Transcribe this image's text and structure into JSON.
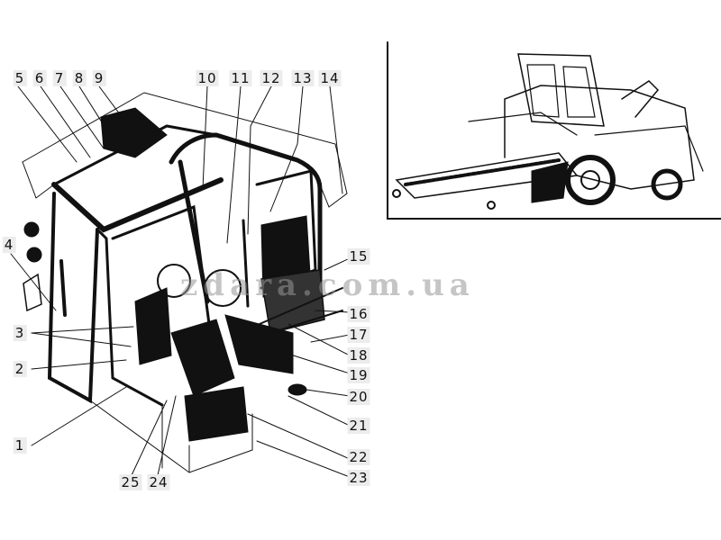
{
  "watermark": "zdara.com.ua",
  "callouts": [
    "1",
    "2",
    "3",
    "4",
    "5",
    "6",
    "7",
    "8",
    "9",
    "10",
    "11",
    "12",
    "13",
    "14",
    "15",
    "16",
    "17",
    "18",
    "19",
    "20",
    "21",
    "22",
    "23",
    "24",
    "25"
  ],
  "colors": {
    "ink": "#111111",
    "label_bg": "#ececec",
    "watermark": "#969696"
  }
}
